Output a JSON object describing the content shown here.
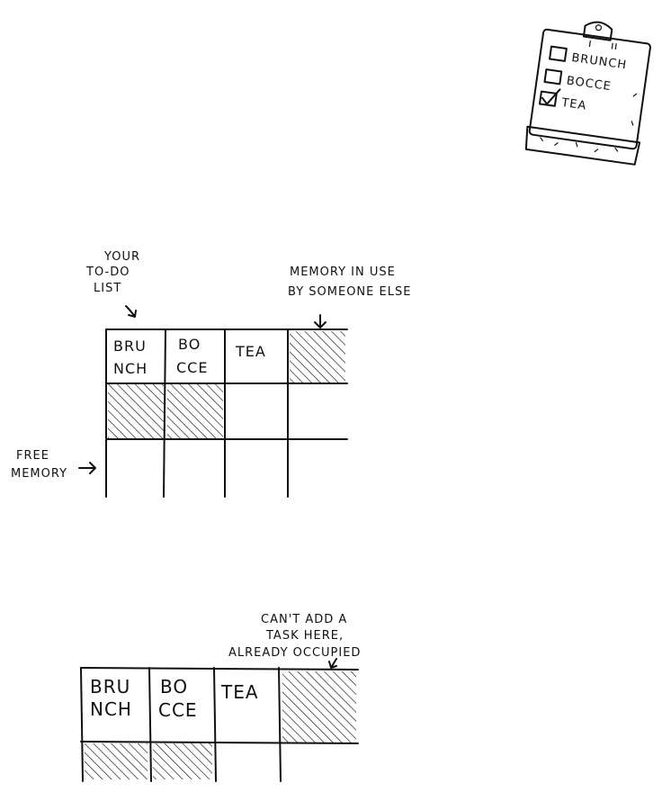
{
  "clipboard": {
    "items": [
      {
        "label": "BRUNCH",
        "checked": false
      },
      {
        "label": "BOCCE",
        "checked": false
      },
      {
        "label": "TEA",
        "checked": true
      }
    ]
  },
  "diagram1": {
    "label_todo": [
      "YOUR",
      "TO-DO",
      "LIST"
    ],
    "label_in_use": [
      "MEMORY IN USE",
      "BY SOMEONE ELSE"
    ],
    "label_free": [
      "FREE",
      "MEMORY"
    ],
    "cells": {
      "c1": [
        "BRU",
        "NCH"
      ],
      "c2": [
        "BO",
        "CCE"
      ],
      "c3": "TEA"
    }
  },
  "diagram2": {
    "label_cant": [
      "CAN'T ADD A",
      "TASK HERE,",
      "ALREADY OCCUPIED"
    ],
    "cells": {
      "c1": [
        "BRU",
        "NCH"
      ],
      "c2": [
        "BO",
        "CCE"
      ],
      "c3": "TEA"
    }
  }
}
